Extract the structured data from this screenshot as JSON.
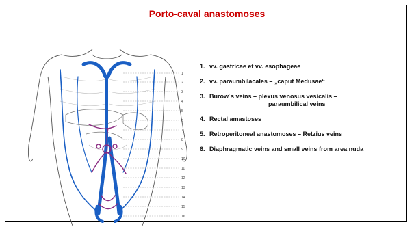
{
  "slide": {
    "title": "Porto-caval anastomoses",
    "colors": {
      "title": "#cc0000",
      "text": "#111111",
      "vein": "#1a5fc4",
      "portal": "#8a2a80"
    },
    "figure": {
      "icon": "torso-venous-anatomy-illustration",
      "callout_numbers": [
        "1",
        "2",
        "3",
        "4",
        "5",
        "6",
        "7",
        "8",
        "9",
        "10",
        "11",
        "12",
        "13",
        "14",
        "15",
        "16"
      ]
    },
    "items": [
      {
        "number": "1.",
        "text": "vv. gastricae et vv. esophageae"
      },
      {
        "number": "2.",
        "text": "vv. paraumbilacales – „caput Medusae“"
      },
      {
        "number": "3.",
        "text": "Burow´s veins – plexus venosus vesicalis –",
        "continuation": "paraumbilical veins"
      },
      {
        "number": "4.",
        "text": "Rectal amastoses"
      },
      {
        "number": "5.",
        "text": "Retroperitoneal anastomoses – Retzius veins"
      },
      {
        "number": "6.",
        "text": "Diaphragmatic veins and small veins from area nuda"
      }
    ]
  }
}
